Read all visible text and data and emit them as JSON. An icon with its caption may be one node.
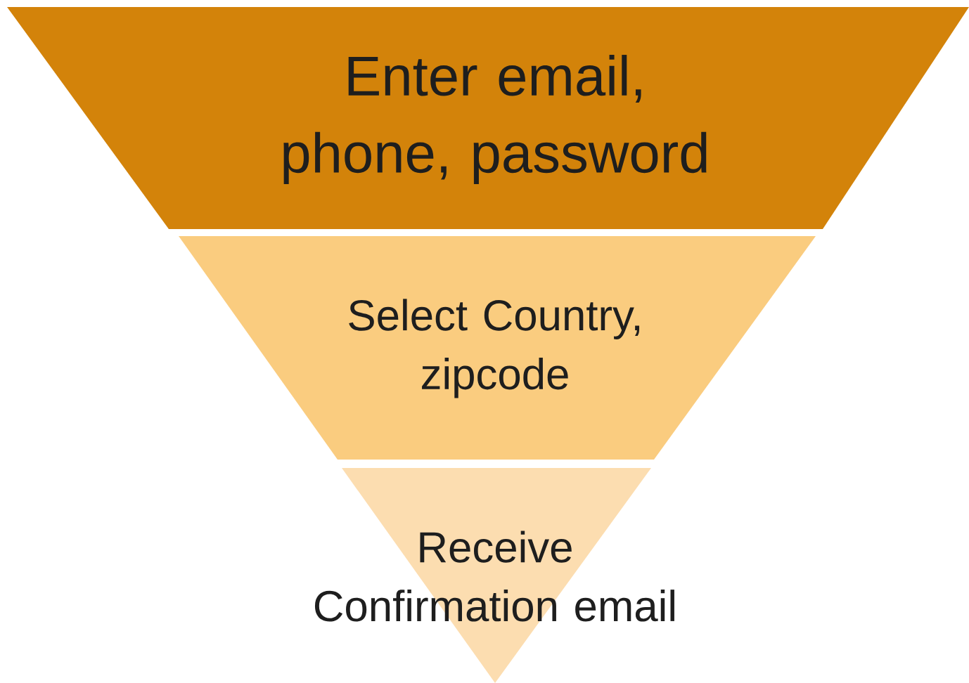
{
  "diagram": {
    "nodes": [
      {
        "text": [
          "Enter email, phone, password"
        ]
      },
      {
        "text": [
          "Select Country, zipcode"
        ]
      },
      {
        "text": [
          "Receive Confirmation email"
        ]
      }
    ]
  }
}
